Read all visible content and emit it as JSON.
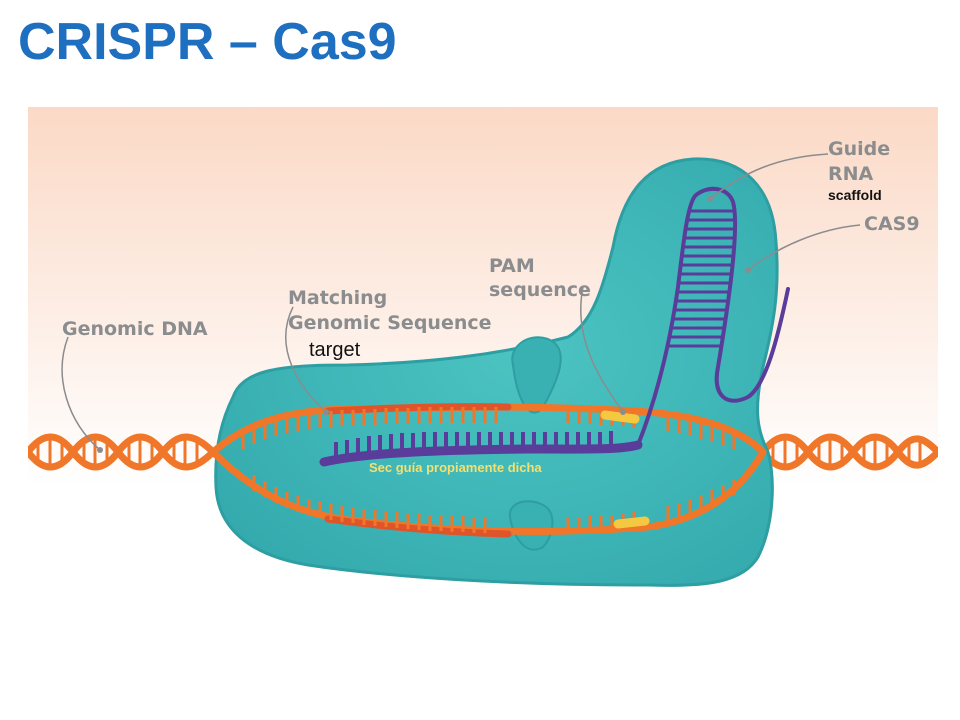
{
  "title": "CRISPR – Cas9",
  "labels": {
    "genomic_dna": "Genomic DNA",
    "matching_line1": "Matching",
    "matching_line2": "Genomic Sequence",
    "target": "target",
    "pam_line1": "PAM",
    "pam_line2": "sequence",
    "guide_line1": "Guide",
    "guide_line2": "RNA",
    "scaffold": "scaffold",
    "cas9": "CAS9",
    "sec_guia": "Sec guía propiamente dicha"
  },
  "colors": {
    "title": "#1f6fc0",
    "cas9_protein": "#3fb8b8",
    "dna": "#f0772a",
    "guide_rna": "#5a3d9a",
    "pam": "#f5c842",
    "background_top": "#fbd9c6"
  }
}
